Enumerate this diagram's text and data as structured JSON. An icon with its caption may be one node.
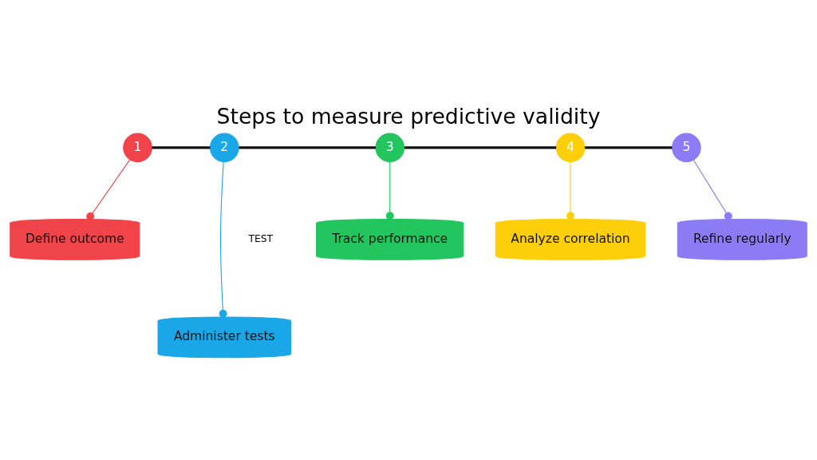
{
  "diagram": {
    "title": "Steps to measure predictive validity",
    "nodes": [
      {
        "text": [
          "1"
        ]
      },
      {
        "text": [
          "2"
        ]
      },
      {
        "text": [
          "3"
        ]
      },
      {
        "text": [
          "4"
        ]
      },
      {
        "text": [
          "5"
        ]
      },
      {
        "text": [
          "Define outcome"
        ]
      },
      {
        "text": [
          "Administer tests"
        ]
      },
      {
        "text": [
          "Track performance"
        ]
      },
      {
        "text": [
          "Analyze correlation"
        ]
      },
      {
        "text": [
          "Refine regularly"
        ]
      }
    ],
    "edges": [
      {
        "from": 0,
        "to": 1,
        "arrow": "none",
        "style": "thick"
      },
      {
        "from": 1,
        "to": 2,
        "arrow": "none",
        "style": "thick"
      },
      {
        "from": 2,
        "to": 3,
        "arrow": "none",
        "style": "thick"
      },
      {
        "from": 3,
        "to": 4,
        "arrow": "none",
        "style": "thick"
      },
      {
        "from": 0,
        "to": 5,
        "arrow": "other",
        "color": "#f0434a"
      },
      {
        "from": 1,
        "to": 6,
        "arrow": "other",
        "color": "#1aa7e8"
      },
      {
        "from": 2,
        "to": 7,
        "arrow": "other",
        "color": "#22c55e"
      },
      {
        "from": 3,
        "to": 8,
        "arrow": "other",
        "color": "#fccf0a"
      },
      {
        "from": 4,
        "to": 9,
        "arrow": "other",
        "color": "#8b7cf6"
      }
    ],
    "labels": [
      "TEST"
    ]
  }
}
